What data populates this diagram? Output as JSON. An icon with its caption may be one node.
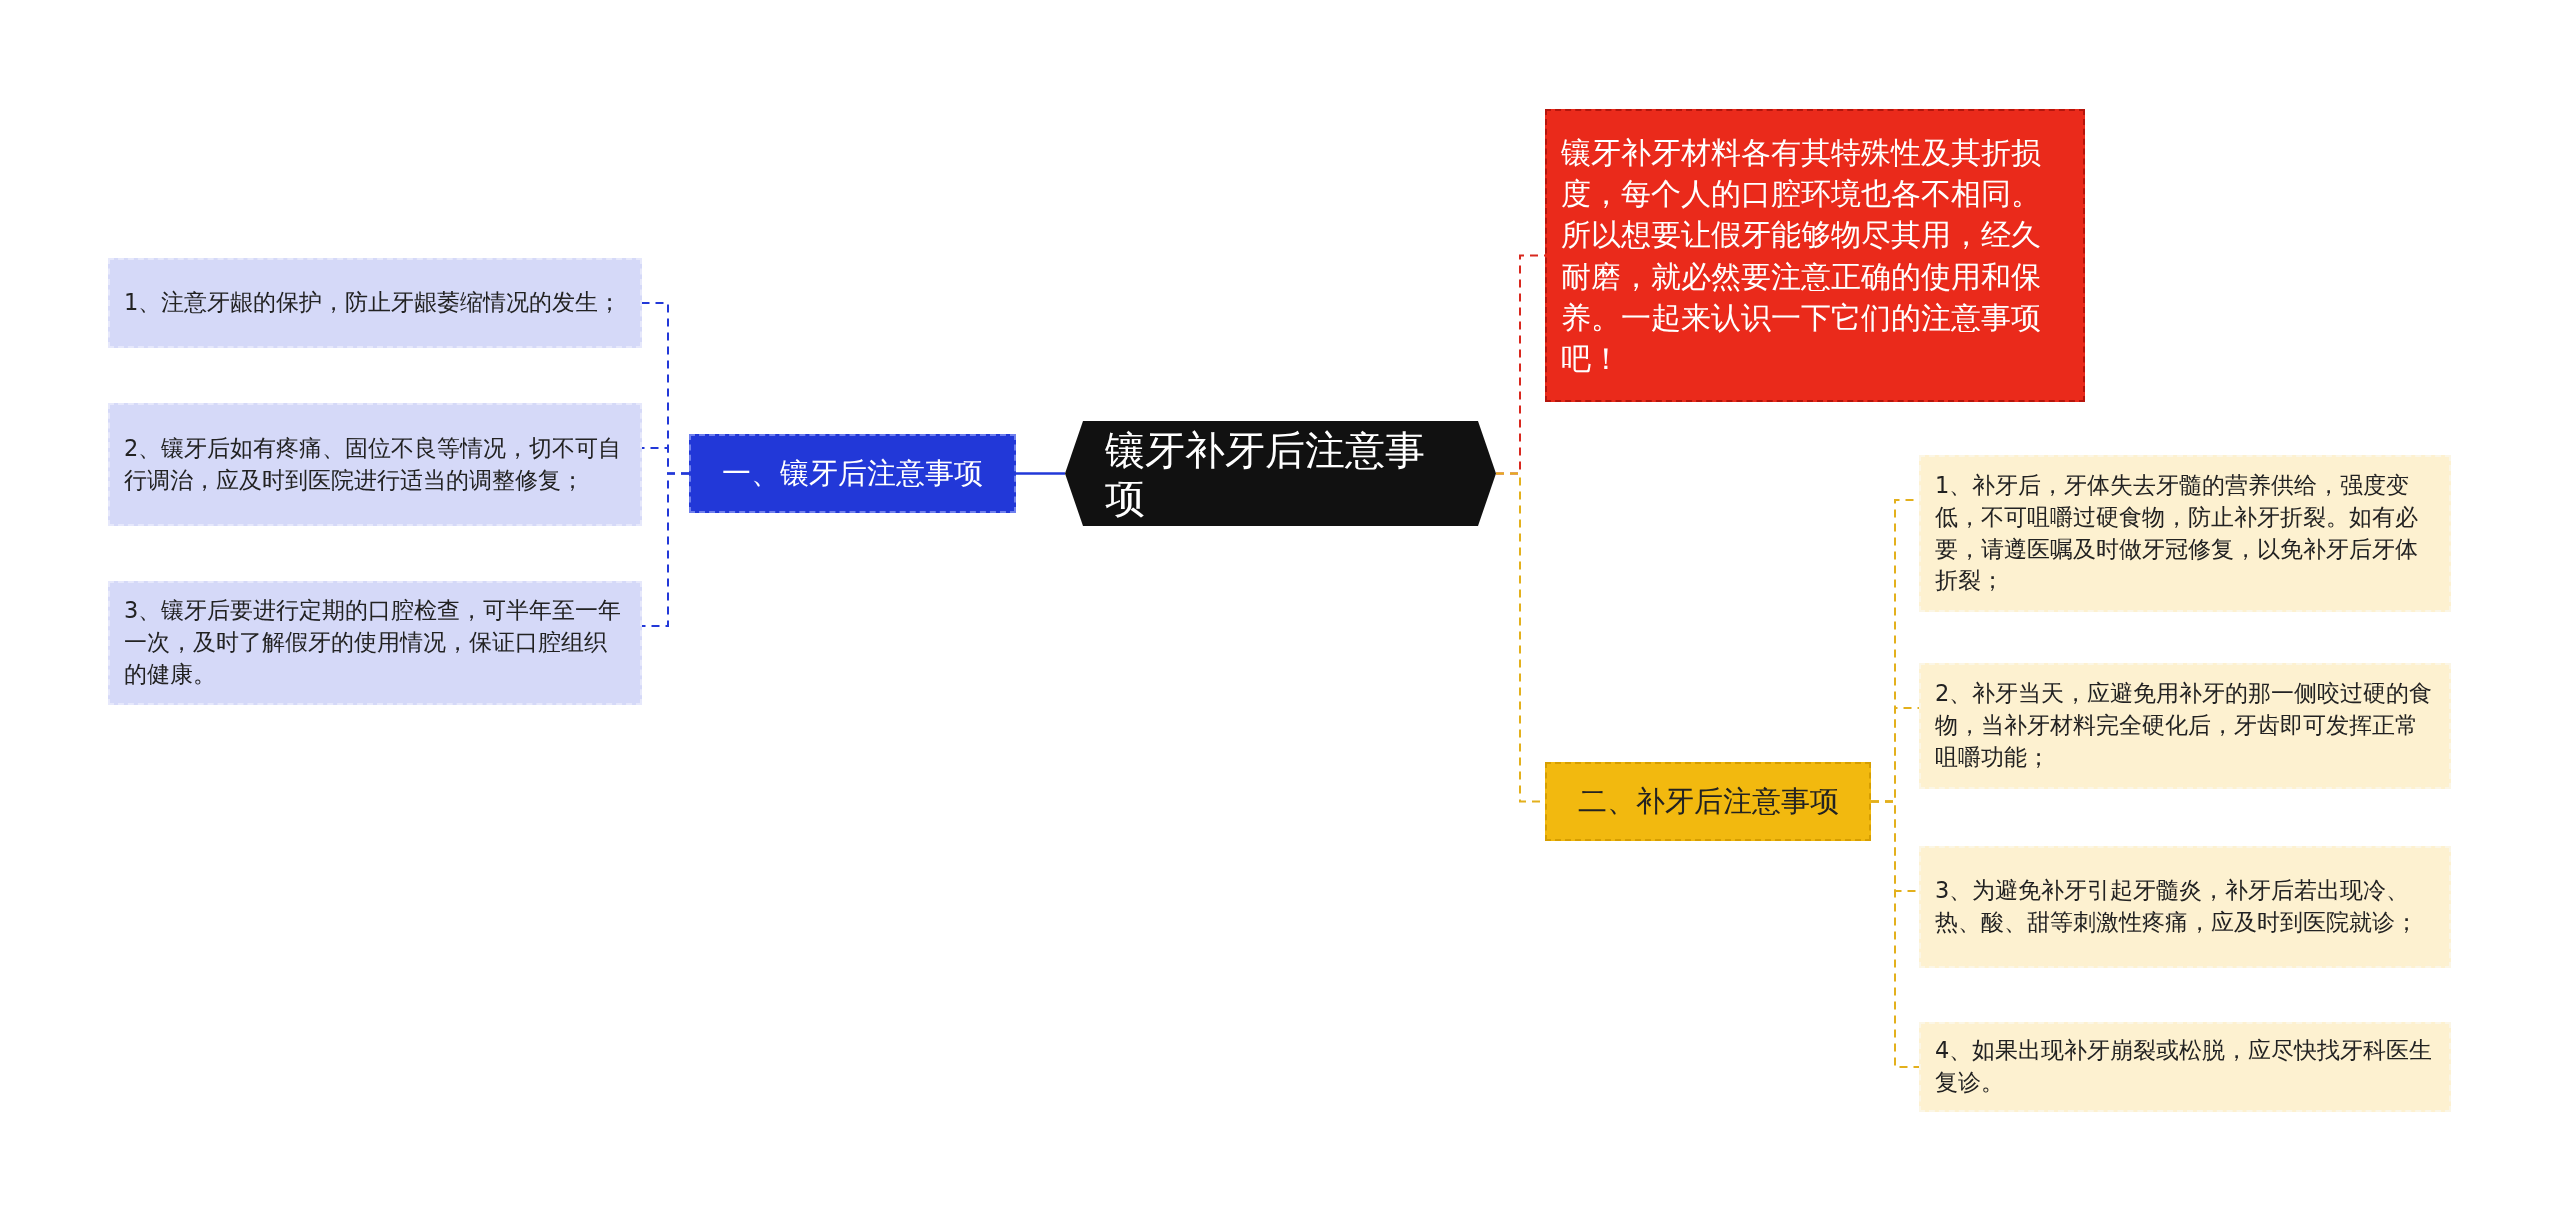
{
  "diagram": {
    "nodes": [
      {
        "text": [
          "镶牙补牙后注意事项"
        ]
      },
      {
        "text": [
          "一、镶牙后注意事项"
        ]
      },
      {
        "text": [
          "1、注意牙龈的保护，防止牙龈萎缩情况的发生；"
        ]
      },
      {
        "text": [
          "2、镶牙后如有疼痛、固位不良等情况，切不可自行调治，应及时到医院进行适当的调整修复；"
        ]
      },
      {
        "text": [
          "3、镶牙后要进行定期的口腔检查，可半年至一年一次，及时了解假牙的使用情况，保证口腔组织的健康。"
        ]
      },
      {
        "text": [
          "镶牙补牙材料各有其特殊性及其折损度，每个人的口腔环境也各不相同。所以想要让假牙能够物尽其用，经久耐磨，就必然要注意正确的使用和保养。一起来认识一下它们的注意事项吧！"
        ]
      },
      {
        "text": [
          "二、补牙后注意事项"
        ]
      },
      {
        "text": [
          "1、补牙后，牙体失去牙髓的营养供给，强度变低，不可咀嚼过硬食物，防止补牙折裂。如有必要，请遵医嘱及时做牙冠修复，以免补牙后牙体折裂；"
        ]
      },
      {
        "text": [
          "2、补牙当天，应避免用补牙的那一侧咬过硬的食物，当补牙材料完全硬化后，牙齿即可发挥正常咀嚼功能；"
        ]
      },
      {
        "text": [
          "3、为避免补牙引起牙髓炎，补牙后若出现冷、热、酸、甜等刺激性疼痛，应及时到医院就诊；"
        ]
      },
      {
        "text": [
          "4、如果出现补牙崩裂或松脱，应尽快找牙科医生复诊。"
        ]
      }
    ],
    "edges": [
      {
        "from": 0,
        "to": 1,
        "arrow": "none",
        "color": "#2238d8"
      },
      {
        "from": 1,
        "to": 2,
        "arrow": "none",
        "style": "dashed",
        "color": "#2238d8"
      },
      {
        "from": 1,
        "to": 3,
        "arrow": "none",
        "style": "dashed",
        "color": "#2238d8"
      },
      {
        "from": 1,
        "to": 4,
        "arrow": "none",
        "style": "dashed",
        "color": "#2238d8"
      },
      {
        "from": 0,
        "to": 5,
        "arrow": "none",
        "style": "dashed",
        "color": "#d8281e"
      },
      {
        "from": 0,
        "to": 6,
        "arrow": "none",
        "style": "dashed"
      },
      {
        "from": 6,
        "to": 7,
        "arrow": "none",
        "style": "dashed"
      },
      {
        "from": 6,
        "to": 8,
        "arrow": "none",
        "style": "dashed"
      },
      {
        "from": 6,
        "to": 9,
        "arrow": "none",
        "style": "dashed"
      },
      {
        "from": 6,
        "to": 10,
        "arrow": "none",
        "style": "dashed"
      }
    ]
  }
}
